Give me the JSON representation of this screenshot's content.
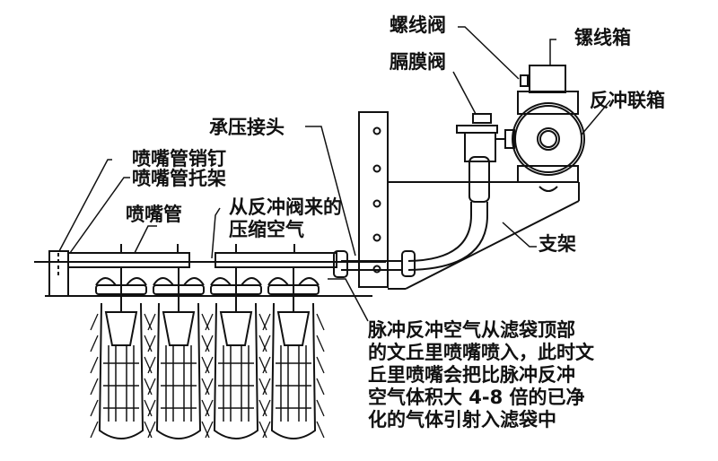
{
  "labels": {
    "screw_valve": "螺线阀",
    "solenoid_box": "镙线箱",
    "diaphragm_valve": "膈膜阀",
    "header_box": "反冲联箱",
    "pressure_joint": "承压接头",
    "nozzle_pin": "喷嘴管销钉",
    "nozzle_bracket": "喷嘴管托架",
    "nozzle_pipe": "喷嘴管",
    "compressed_air_line1": "从反冲阀来的",
    "compressed_air_line2": "压缩空气",
    "support": "支架"
  },
  "note": {
    "lines": [
      "脉冲反冲空气从滤袋顶部",
      "的文丘里喷嘴喷入，此时文",
      "丘里喷嘴会把比脉冲反冲",
      "空气体积大 4-8 倍的已净",
      "化的气体引射入滤袋中"
    ]
  },
  "colors": {
    "ink": "#111111",
    "background": "#ffffff"
  },
  "bags": 4
}
